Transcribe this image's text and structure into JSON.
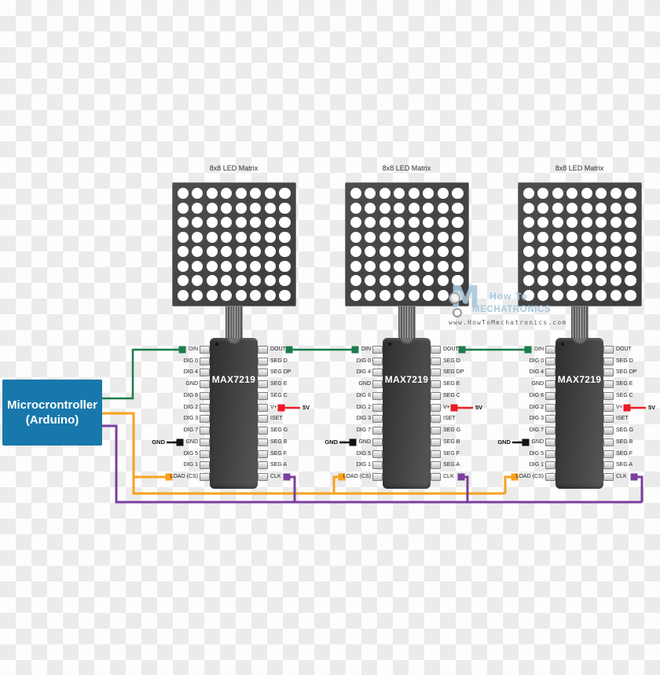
{
  "microcontroller": {
    "line1": "Microcrontroller",
    "line2": "(Arduino)"
  },
  "modules": [
    {
      "matrix_label": "8x8 LED Matrix",
      "chip_name": "MAX7219"
    },
    {
      "matrix_label": "8x8 LED Matrix",
      "chip_name": "MAX7219"
    },
    {
      "matrix_label": "8x8 LED Matrix",
      "chip_name": "MAX7219"
    }
  ],
  "matrix": {
    "rows": 8,
    "cols": 8
  },
  "chip_pins": {
    "left": [
      "DIN",
      "DIG 0",
      "DIG 4",
      "GND",
      "DIG 6",
      "DIG 2",
      "DIG 3",
      "DIG 7",
      "GND",
      "DIG 5",
      "DIG 1",
      "LOAD (CS)"
    ],
    "right": [
      "DOUT",
      "SEG D",
      "SEG DP",
      "SEG E",
      "SEG C",
      "V+",
      "ISET",
      "SEG G",
      "SEG B",
      "SEG F",
      "SEG A",
      "CLK"
    ]
  },
  "power_labels": {
    "supply": "5V",
    "ground": "GND"
  },
  "colors": {
    "mcu_box": "#1878ab",
    "wire_data": "#1b7d4b",
    "wire_load": "#f7a11d",
    "wire_clk": "#7b3f9e",
    "wire_5v": "#ed1c24",
    "wire_gnd": "#121212",
    "checker_light": "#fdfdfd",
    "checker_dark": "#ebebeb"
  },
  "watermark": {
    "logo": "M",
    "line1": "How To",
    "line2": "MECHATRONICS",
    "url": "www.HowToMechatronics.com"
  }
}
